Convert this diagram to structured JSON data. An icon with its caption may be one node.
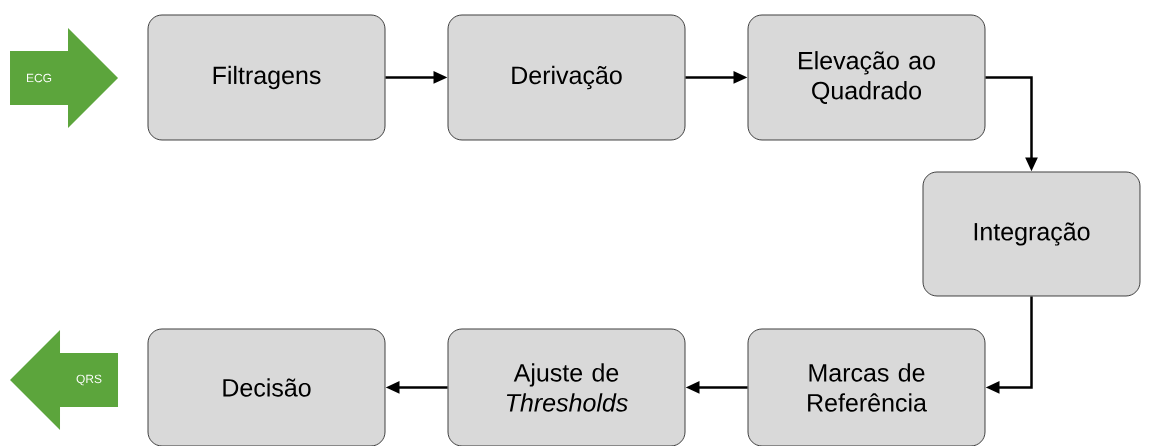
{
  "diagram": {
    "nodes": [
      {
        "text": [
          "ECG"
        ]
      },
      {
        "text": [
          "Filtragens"
        ]
      },
      {
        "text": [
          "Derivação"
        ]
      },
      {
        "text": [
          "Elevação ao Quadrado"
        ]
      },
      {
        "text": [
          "Integração"
        ]
      },
      {
        "text": [
          "Marcas de Referência"
        ]
      },
      {
        "text": [
          "Ajuste de *Thresholds*"
        ]
      },
      {
        "text": [
          "Decisão"
        ]
      },
      {
        "text": [
          "QRS"
        ]
      }
    ],
    "edges": [
      {
        "from": 1,
        "to": 2,
        "arrow": "to"
      },
      {
        "from": 2,
        "to": 3,
        "arrow": "to"
      },
      {
        "from": 3,
        "to": 4,
        "arrow": "to"
      },
      {
        "from": 4,
        "to": 5,
        "arrow": "to"
      },
      {
        "from": 5,
        "to": 6,
        "arrow": "to"
      },
      {
        "from": 6,
        "to": 7,
        "arrow": "to"
      }
    ]
  }
}
